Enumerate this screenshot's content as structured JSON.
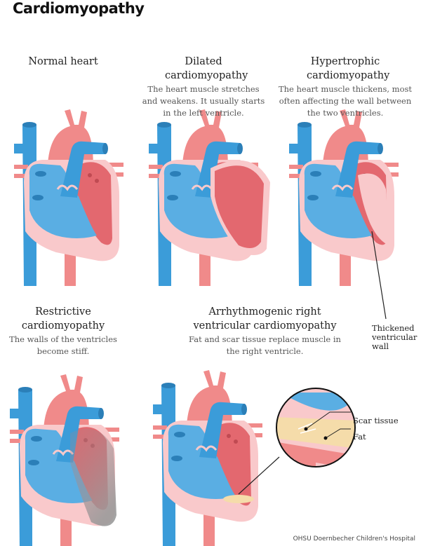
{
  "title": "Cardiomyopathy",
  "panels": [
    {
      "heading": "Normal heart",
      "description": ""
    },
    {
      "heading": "Dilated cardiomyopathy",
      "description": "The heart muscle stretches and weakens. It usually starts in the left ventricle."
    },
    {
      "heading": "Hypertrophic cardiomyopathy",
      "description": "The heart muscle thickens, most often affecting the wall between the two ventricles."
    },
    {
      "heading": "Restrictive cardiomyopathy",
      "description": "The walls of the ventricles become stiff."
    },
    {
      "heading": "Arrhythmogenic right ventricular cardiomyopathy",
      "description": "Fat and scar tissue replace muscle in the right ventricle."
    }
  ],
  "annotations": {
    "thickened_wall": "Thickened ventricular wall",
    "scar_tissue": "Scar tissue",
    "fat": "Fat"
  },
  "credit": "OHSU Doernbecher Children's Hospital",
  "colors": {
    "blue": "#3b9cd9",
    "blue_light": "#5aaee3",
    "pink": "#f08a8a",
    "pink_light": "#f9c9cb",
    "red": "#e3686f"
  }
}
